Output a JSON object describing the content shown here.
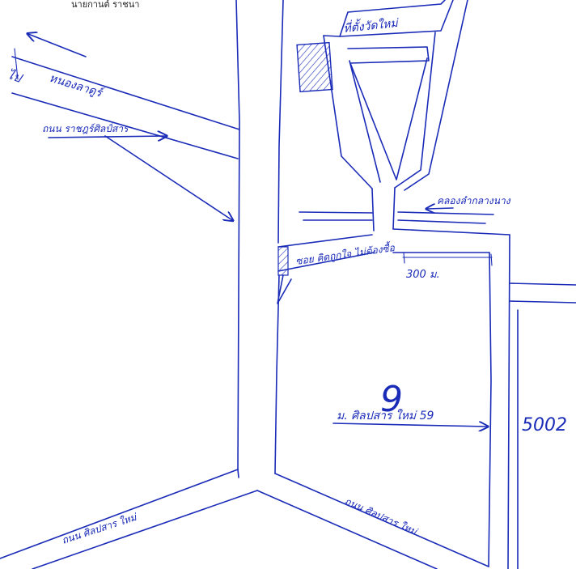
{
  "header": {
    "author": "นายกานต์ ราชนา"
  },
  "labels": {
    "to_arrow": "ไป",
    "village_name": "หนองลาดูร์",
    "road_ratchadusiset": "ถนน ราชฎร์ศิลป์สาร",
    "canal": "คลองลำกลางนาง",
    "soi_label": "ซอย คิดถูกใจ ไม่ต้องซื้อ",
    "distance_300m": "300 ม.",
    "temple": "ที่ตั้งวัดใหม่",
    "plot_number": "9",
    "village_label": "ม. ศิลปสาร ใหม่ 59",
    "road_side_number": "5002",
    "road_bottom_left": "ถนน ศิลปสาร ใหม่",
    "road_bottom_right": "ถนน ศิลปสาร ใหม่"
  },
  "ink_color": "#1a2bb8"
}
